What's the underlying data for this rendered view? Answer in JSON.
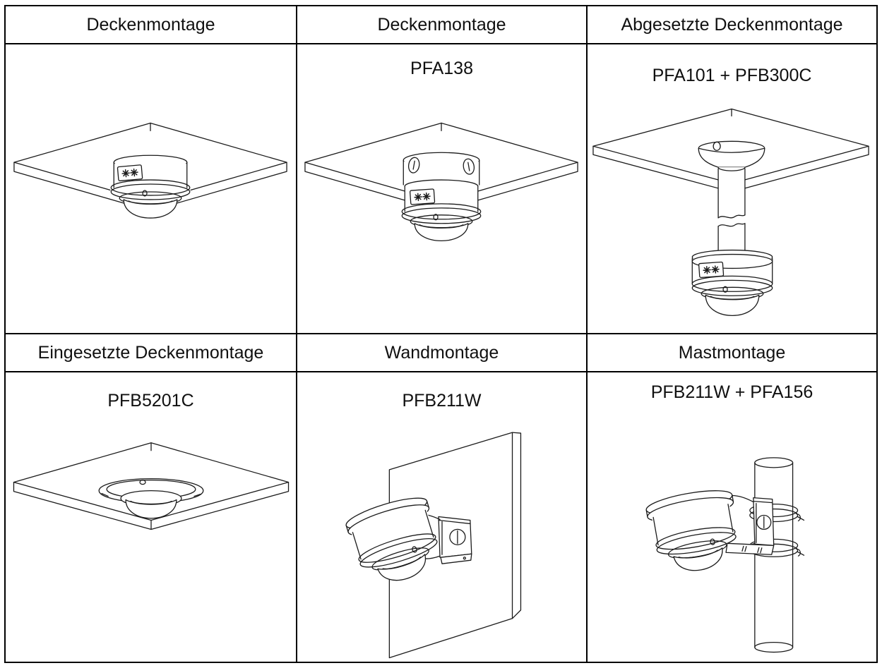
{
  "table": {
    "cells": [
      {
        "header": "Deckenmontage",
        "model": ""
      },
      {
        "header": "Deckenmontage",
        "model": "PFA138"
      },
      {
        "header": "Abgesetzte Deckenmontage",
        "model": "PFA101 + PFB300C"
      },
      {
        "header": "Eingesetzte Deckenmontage",
        "model": "PFB5201C"
      },
      {
        "header": "Wandmontage",
        "model": "PFB211W"
      },
      {
        "header": "Mastmontage",
        "model": "PFB211W + PFA156"
      }
    ]
  },
  "icons": {
    "camera_logo_icon": "✳✳"
  },
  "colors": {
    "background": "#ffffff",
    "border": "#000000",
    "line": "#1b1b1b",
    "text": "#101010"
  }
}
